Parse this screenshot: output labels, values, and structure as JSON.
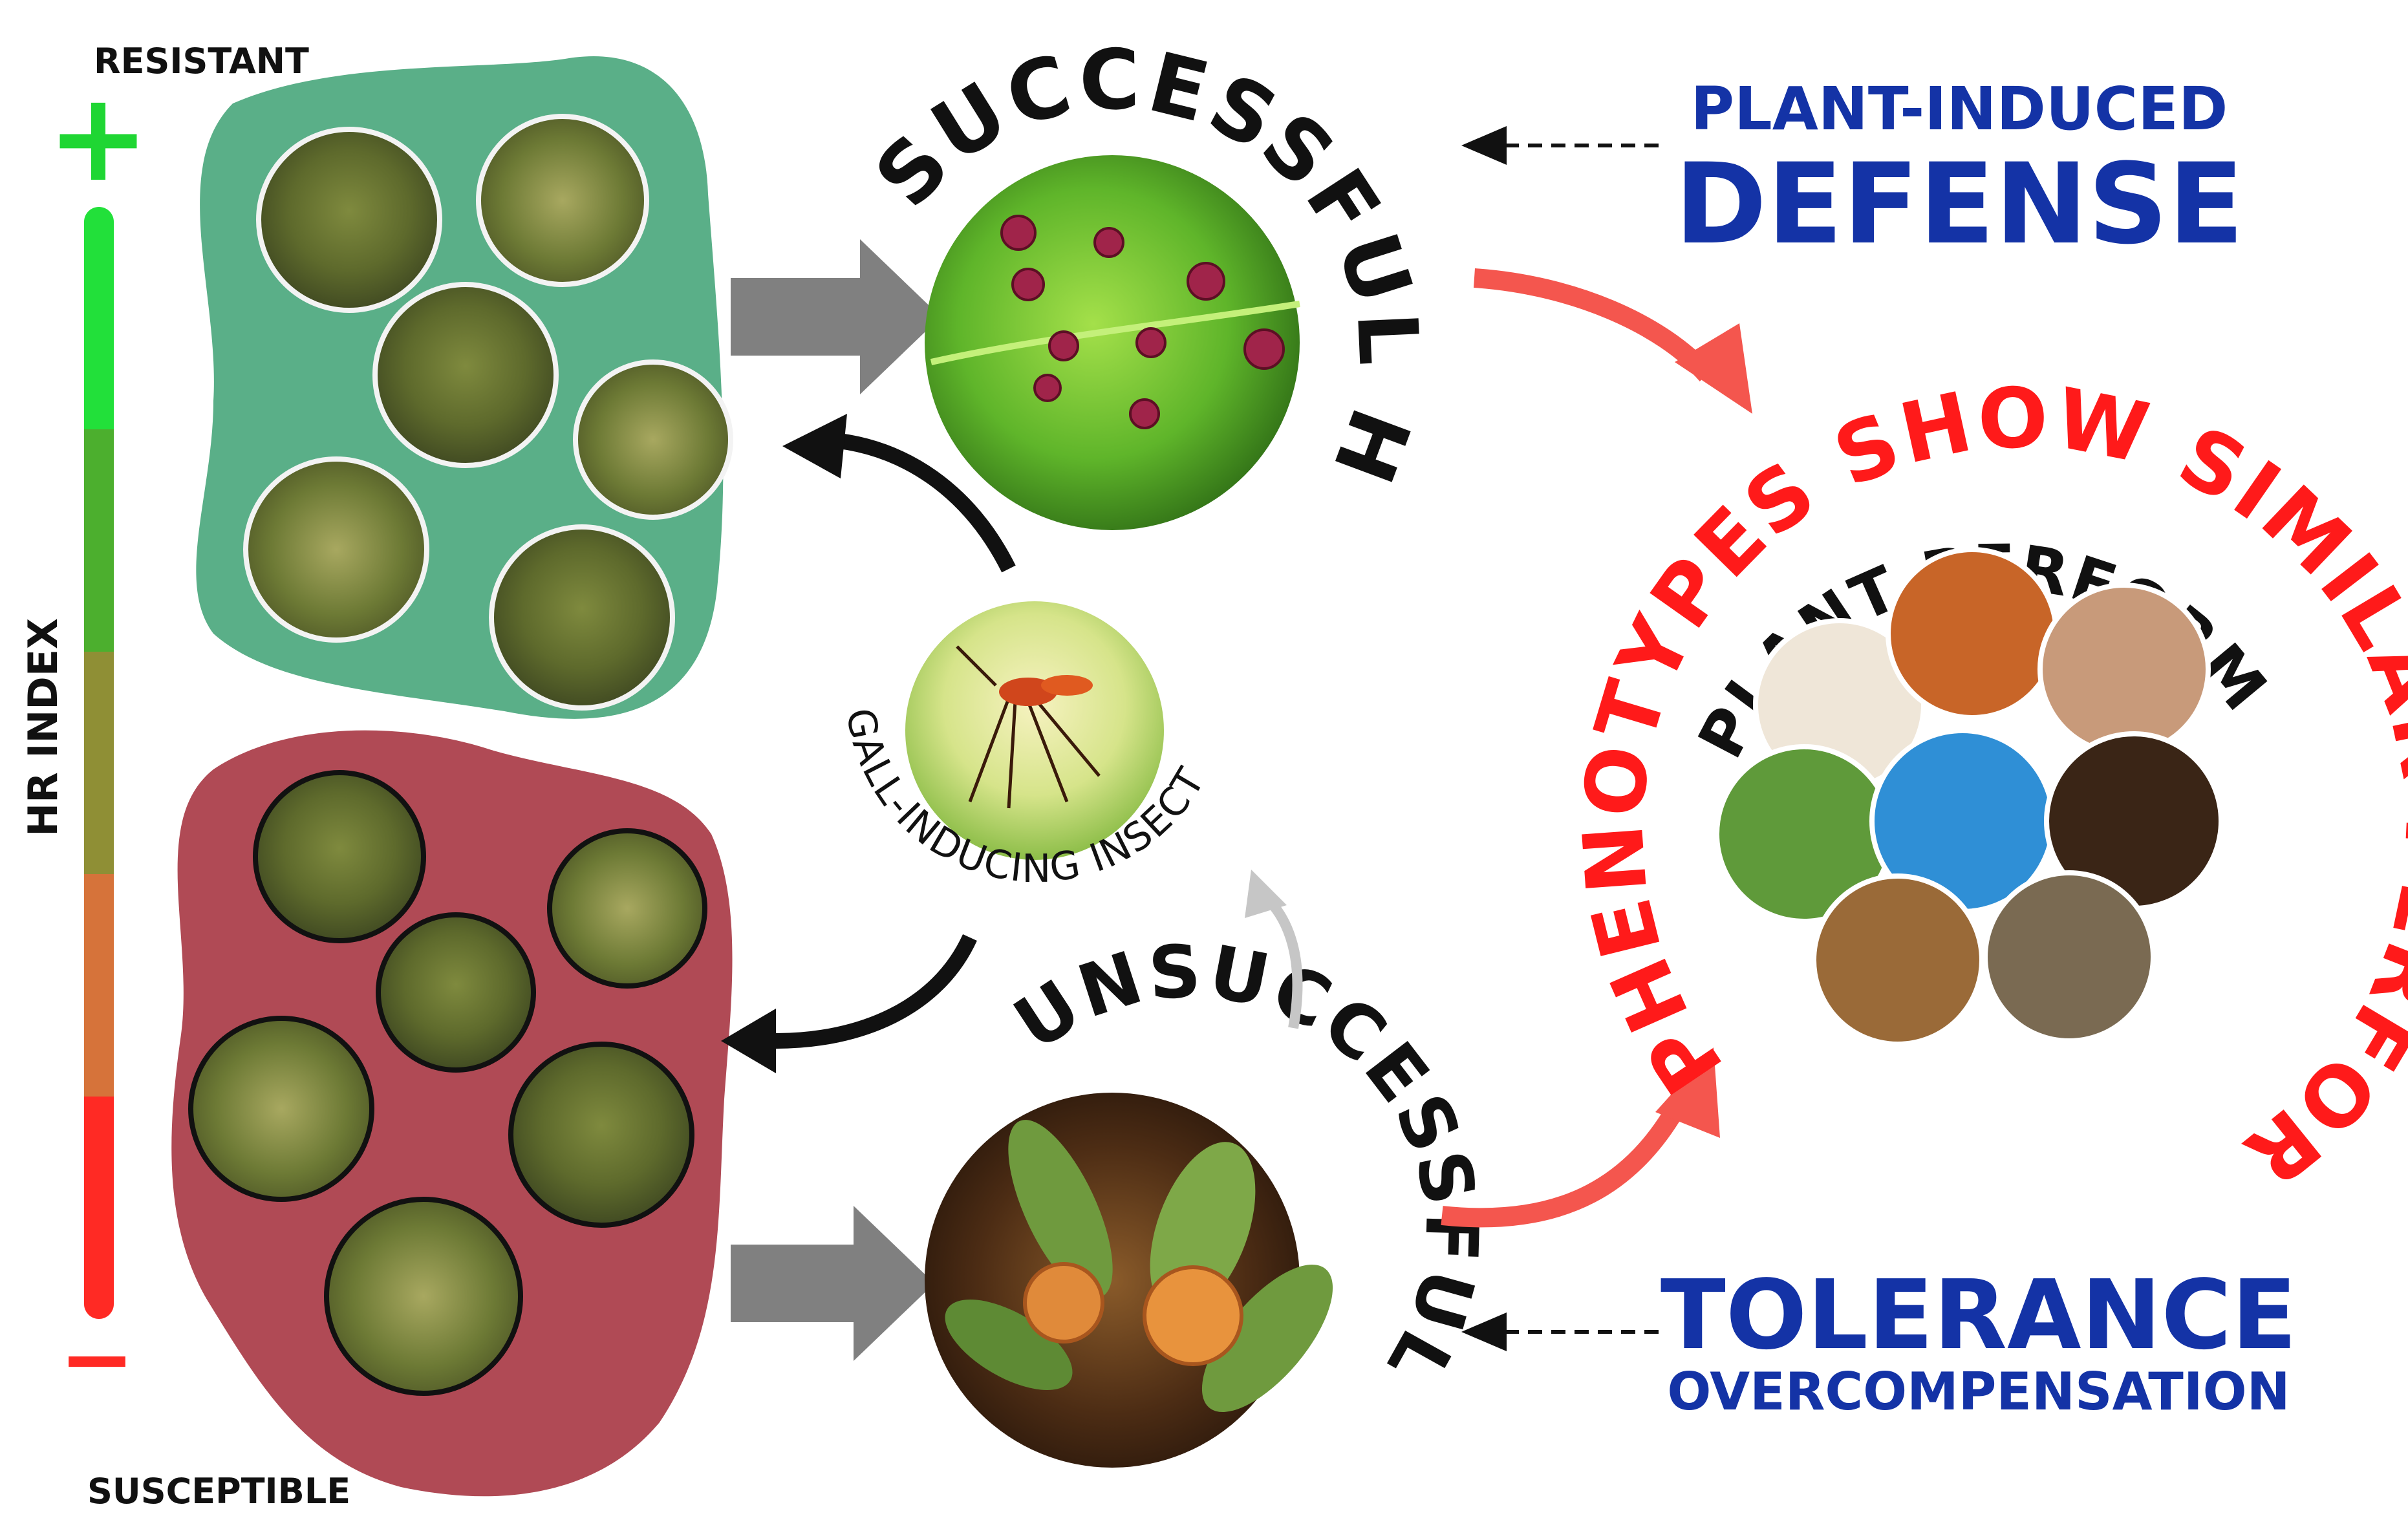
{
  "hr_scale": {
    "top_label": "RESISTANT",
    "bottom_label": "SUSCEPTIBLE",
    "axis_label": "HR INDEX",
    "plus_sign": "+",
    "minus_sign": "−",
    "gradient_colors": [
      "#22e03a",
      "#4caf2e",
      "#8f8f35",
      "#d6733a",
      "#ff2a24"
    ]
  },
  "groups": {
    "resistant_color": "#5aaf88",
    "susceptible_color": "#b04a55"
  },
  "outcomes": {
    "successful": "SUCCESSFUL HR",
    "unsuccessful": "UNSUCCESSFUL HR"
  },
  "insect_label": "GALL-INDUCING INSECT",
  "defense": {
    "line1": "PLANT-INDUCED",
    "line2": "DEFENSE",
    "color": "#1433a6"
  },
  "tolerance": {
    "line1": "TOLERANCE",
    "line2": "OVERCOMPENSATION",
    "color": "#1433a6"
  },
  "phenotypes": {
    "outer_label": "PHENOTYPES SHOW SIMILAR PERFORMANCES",
    "inner_label": "PLANT PERFORMANCE",
    "outer_color": "#ff1a1a"
  }
}
